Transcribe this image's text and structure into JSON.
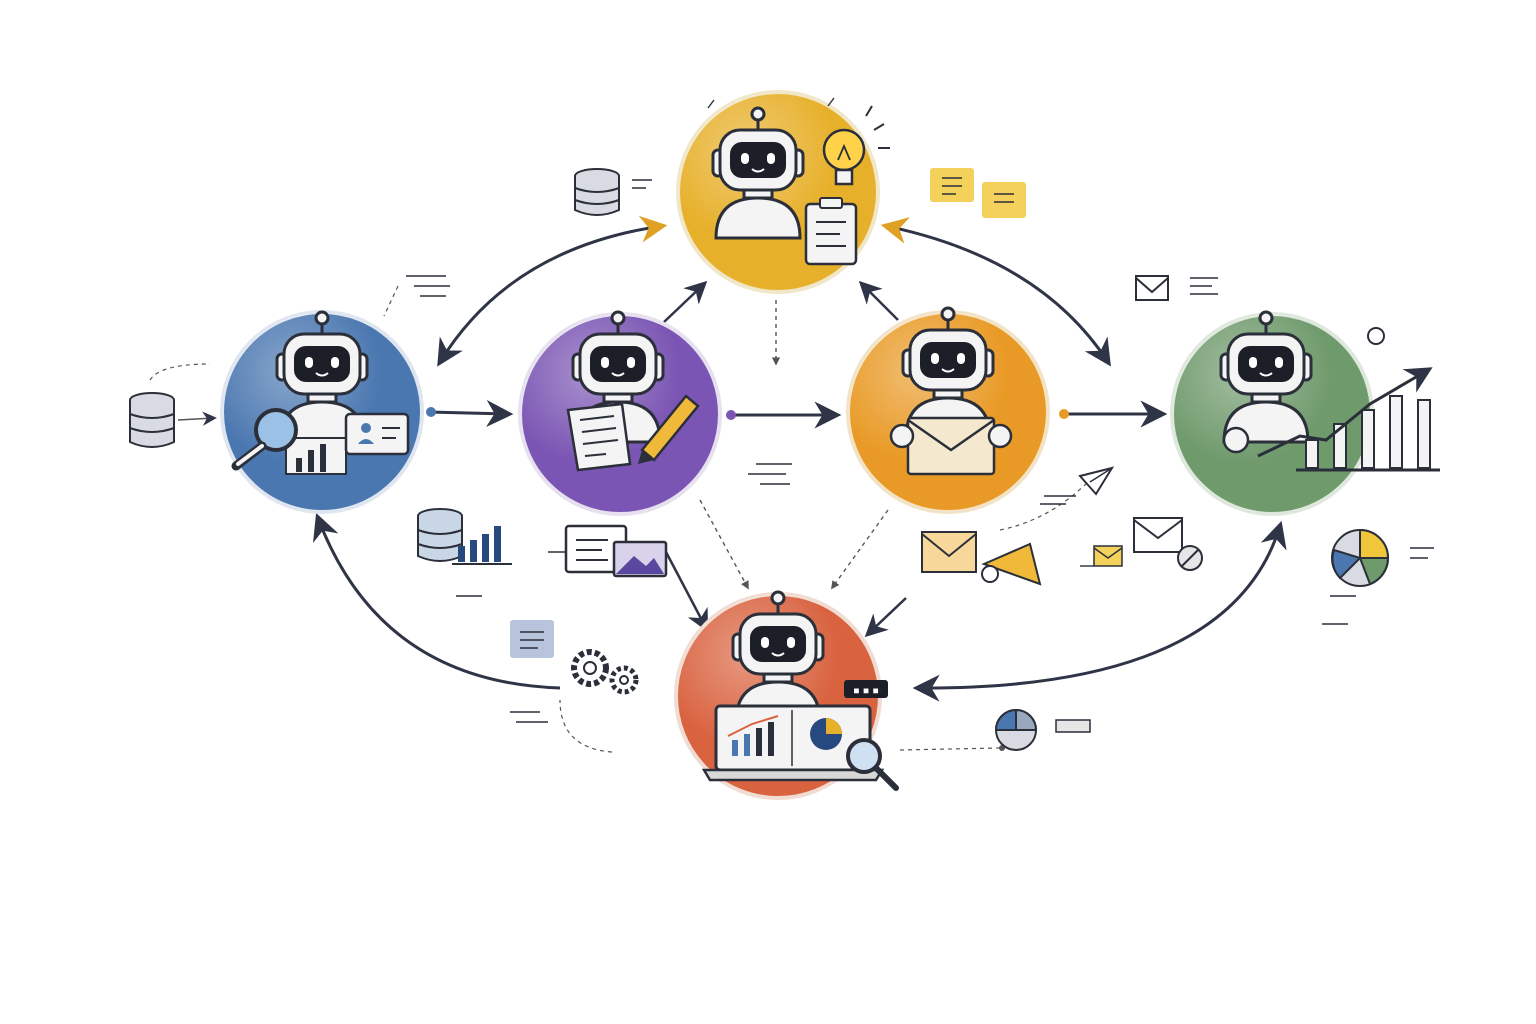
{
  "colors": {
    "background": "#ffffff",
    "ink": "#2b2f3a",
    "arrow": "#2f3447",
    "research": "#4a77b0",
    "writer": "#7a55b3",
    "planner": "#e7b02a",
    "outreach": "#e99a26",
    "growth": "#6f9a6c",
    "analyst": "#d9623f",
    "robot_face": "#1c1f28",
    "robot_body": "#f4f4f4"
  },
  "nodes": [
    {
      "id": "research",
      "role": "research-agent",
      "color": "#4a77b0",
      "prop": "magnifier-and-id-card"
    },
    {
      "id": "writer",
      "role": "writer-agent",
      "color": "#7a55b3",
      "prop": "document-and-pencil"
    },
    {
      "id": "planner",
      "role": "planner-agent",
      "color": "#e7b02a",
      "prop": "lightbulb-and-clipboard"
    },
    {
      "id": "outreach",
      "role": "outreach-agent",
      "color": "#e99a26",
      "prop": "envelope"
    },
    {
      "id": "growth",
      "role": "growth-agent",
      "color": "#6f9a6c",
      "prop": "rising-bar-chart"
    },
    {
      "id": "analyst",
      "role": "analyst-agent",
      "color": "#d9623f",
      "prop": "laptop-dashboard-and-magnifier"
    }
  ],
  "edges": [
    {
      "from": "research",
      "to": "writer"
    },
    {
      "from": "writer",
      "to": "outreach"
    },
    {
      "from": "outreach",
      "to": "growth"
    },
    {
      "from": "research",
      "to": "planner",
      "bidirectional": true
    },
    {
      "from": "planner",
      "to": "growth",
      "bidirectional": true
    },
    {
      "from": "writer",
      "to": "planner"
    },
    {
      "from": "outreach",
      "to": "planner"
    },
    {
      "from": "writer",
      "to": "analyst"
    },
    {
      "from": "outreach",
      "to": "analyst"
    },
    {
      "from": "analyst",
      "to": "research"
    },
    {
      "from": "growth",
      "to": "analyst",
      "bidirectional": true
    }
  ],
  "icons": [
    "database-icon",
    "sticky-note-icon",
    "mail-icon",
    "database-bar-chart-icon",
    "text-image-card-icon",
    "envelope-megaphone-icon",
    "paper-plane-icon",
    "pie-chart-icon",
    "gears-icon",
    "note-icon",
    "lightbulb-icon"
  ],
  "screen_label": "■ ■ ■"
}
